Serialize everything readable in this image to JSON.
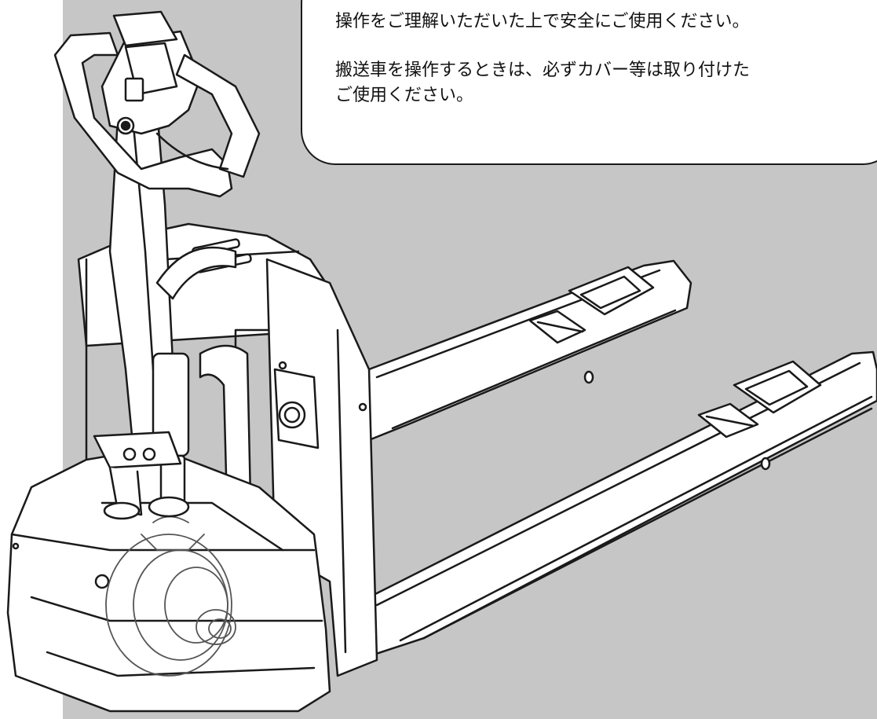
{
  "notice": {
    "line1": "操作をご理解いただいた上で安全にご使用ください。",
    "line2": "搬送車を操作するときは、必ずカバー等は取り付けた",
    "line3": "ご使用ください。"
  },
  "colors": {
    "background_gray": "#c6c6c6",
    "line": "#1a1a1a",
    "body_fill": "#ffffff"
  },
  "illustration": {
    "subject": "electric-pallet-truck",
    "icon": "pallet-truck-illustration"
  }
}
